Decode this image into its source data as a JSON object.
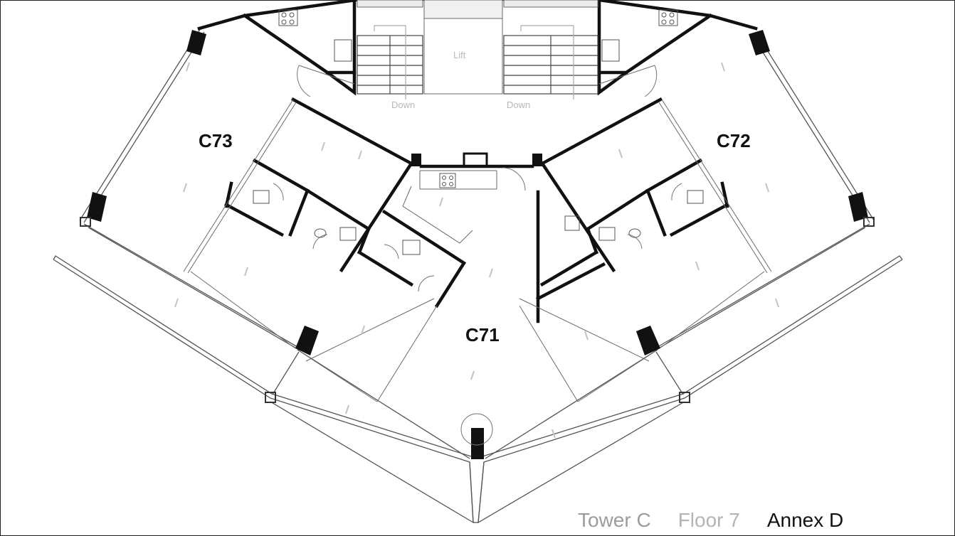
{
  "units": [
    "C73",
    "C72",
    "C71"
  ],
  "circulation": {
    "lift_label": "Lift",
    "stair_labels": [
      "Down",
      "Down"
    ]
  },
  "caption": {
    "tower": "Tower C",
    "floor": "Floor 7",
    "annex": "Annex D"
  },
  "colors": {
    "wall": "#111111",
    "thin_line": "#6a6a6a",
    "faint_text": "#b8b8b8"
  }
}
